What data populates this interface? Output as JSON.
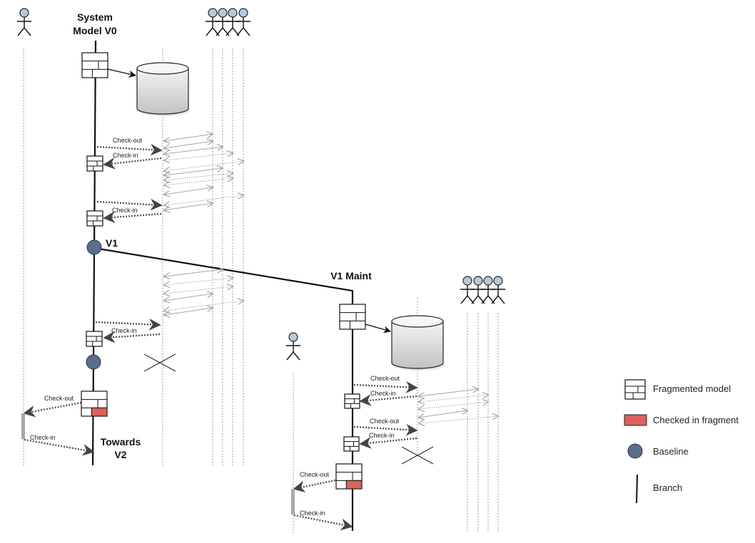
{
  "diagram": {
    "labels": {
      "system_model_line1": "System",
      "system_model_line2": "Model V0",
      "v1": "V1",
      "v1_maint": "V1 Maint",
      "towards_line1": "Towards",
      "towards_line2": "V2"
    },
    "messages": {
      "check_out": "Check-out",
      "check_in": "Check-in"
    },
    "main_branch": {
      "exchanges": [
        {
          "type": "checkout-checkin",
          "checkout_label": "Check-out",
          "checkin_label": "Check-in"
        },
        {
          "type": "checkout-checkin",
          "checkout_label": "",
          "checkin_label": "Check-in"
        },
        {
          "type": "baseline",
          "label": "V1"
        },
        {
          "type": "checkout-checkin",
          "checkout_label": "",
          "checkin_label": "Check-in"
        },
        {
          "type": "baseline",
          "label": ""
        },
        {
          "type": "single-user-checkout",
          "checkout_label": "Check-out",
          "checkin_label": "Check-in"
        }
      ],
      "team_size": 4
    },
    "maint_branch": {
      "exchanges": [
        {
          "type": "checkout-checkin",
          "checkout_label": "Check-out",
          "checkin_label": "Check-in"
        },
        {
          "type": "checkout-checkin",
          "checkout_label": "Check-out",
          "checkin_label": "Check-in"
        },
        {
          "type": "single-user-checkout",
          "checkout_label": "Check-out",
          "checkin_label": "Check-in"
        }
      ],
      "team_size": 4
    }
  },
  "legend": {
    "items": [
      {
        "icon": "fragmented-model-icon",
        "label": "Fragmented model"
      },
      {
        "icon": "checked-in-fragment-icon",
        "label": "Checked in fragment"
      },
      {
        "icon": "baseline-icon",
        "label": "Baseline"
      },
      {
        "icon": "branch-icon",
        "label": "Branch"
      }
    ]
  },
  "colors": {
    "baseline": "#5a6e8a",
    "checked_fragment": "#d9625c",
    "actor_head": "#b8c8d8",
    "db_top": "#f2f2f2",
    "db_bottom": "#c4c4c4",
    "lifeline": "#aaaaaa",
    "message": "#555555",
    "sync_arrow": "#a0a0a0",
    "activation": "#a8a8a8"
  }
}
